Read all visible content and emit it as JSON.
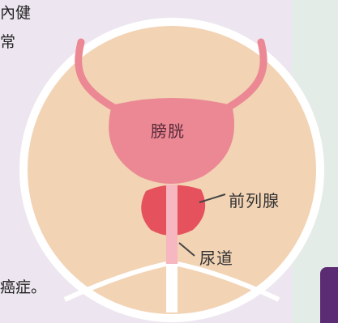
{
  "text_fragments": {
    "line1": "內健",
    "line2": "常",
    "line3": "癌症。"
  },
  "labels": {
    "bladder": "膀胱",
    "prostate": "前列腺",
    "urethra": "尿道"
  },
  "colors": {
    "background": "#ede6f0",
    "circle_fill": "#f2d3b4",
    "circle_border": "#ffffff",
    "bladder": "#eb8894",
    "prostate": "#e5515c",
    "urethra": "#f7b7c0"
  }
}
